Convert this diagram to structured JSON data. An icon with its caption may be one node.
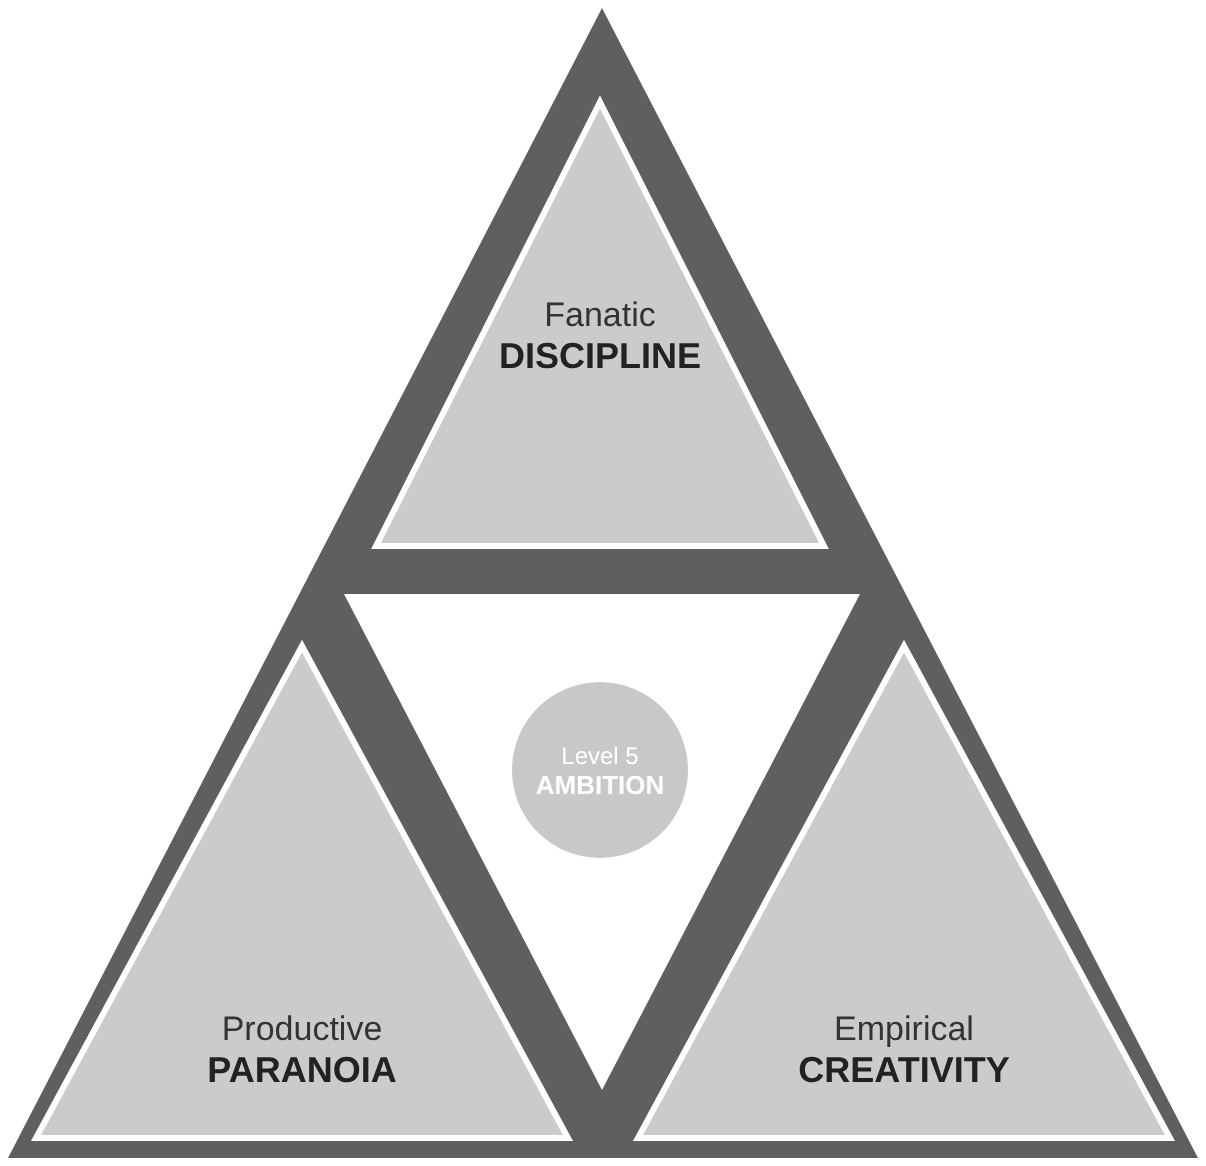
{
  "diagram": {
    "nodes": [
      {
        "text": [],
        "shape": "triangle"
      },
      {
        "text": [
          "Fanatic",
          "DISCIPLINE"
        ],
        "in": 0
      },
      {
        "text": [
          "Level 5",
          "AMBITION"
        ],
        "in": 0
      },
      {
        "text": [
          "Productive",
          "PARANOIA"
        ],
        "in": 0
      },
      {
        "text": [
          "Empirical",
          "CREATIVITY"
        ],
        "in": 0
      }
    ],
    "edges": []
  }
}
